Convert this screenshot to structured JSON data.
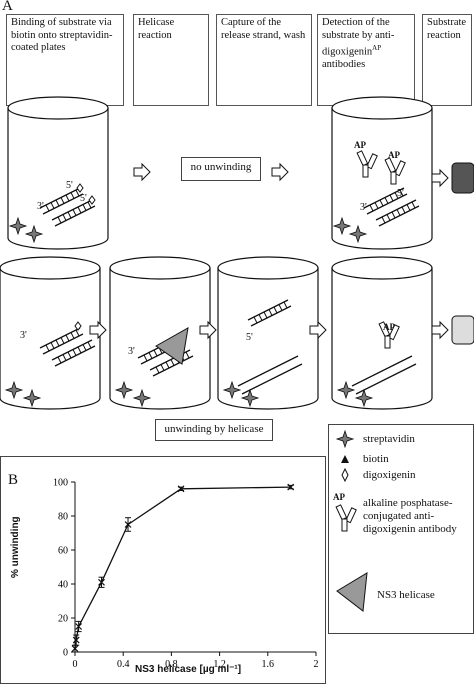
{
  "panel_a": {
    "letter": "A",
    "steps": [
      "Binding of substrate via biotin onto streptavidin-coated plates",
      "Helicase reaction",
      "Capture of the release strand, wash",
      "Detection of the substrate by anti-digoxigenin",
      "Substrate reaction"
    ],
    "step4_superscript": "AP",
    "no_unwinding_label": "no unwinding",
    "unwinding_label": "unwinding by helicase",
    "strand_end_label": "5'",
    "strand_end_label_3": "3'",
    "antibody_tag": "AP"
  },
  "legend": {
    "streptavidin": "streptavidin",
    "biotin": "biotin",
    "digoxigenin": "digoxigenin",
    "antibody_tag": "AP",
    "antibody": "alkaline posphatase-conjugated anti-digoxigenin antibody",
    "helicase": "NS3 helicase"
  },
  "panel_b": {
    "letter": "B"
  },
  "chart_data": {
    "type": "line",
    "xlabel": "NS3 helicase [µg ml⁻¹]",
    "ylabel": "% unwinding",
    "xlim": [
      0,
      2
    ],
    "ylim": [
      0,
      100
    ],
    "xticks": [
      "0",
      "0.4",
      "0.8",
      "1.2",
      "1.6",
      "2"
    ],
    "yticks": [
      "0",
      "20",
      "40",
      "60",
      "80",
      "100"
    ],
    "x": [
      0,
      0.01,
      0.03,
      0.22,
      0.44,
      0.88,
      1.79
    ],
    "y": [
      2,
      7,
      15,
      41,
      75,
      96,
      97
    ],
    "err": [
      2,
      3,
      3,
      3,
      4,
      1,
      1
    ]
  }
}
